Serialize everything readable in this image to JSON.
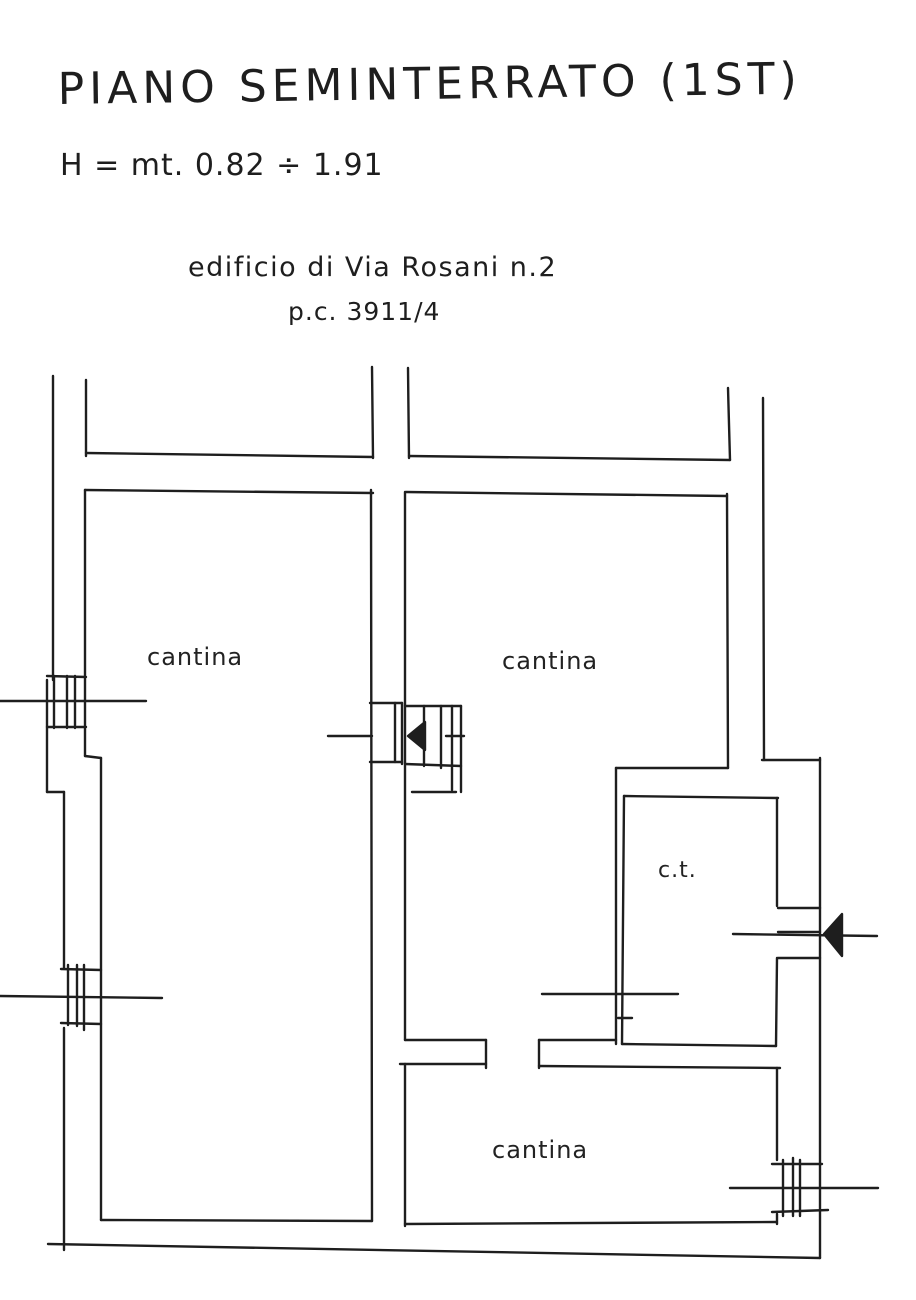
{
  "header": {
    "title": "PIANO SEMINTERRATO (1ST)",
    "height_spec": "H = mt. 0.82 ÷ 1.91",
    "building_address": "edificio di Via Rosani n.2",
    "parcel": "p.c. 3911/4"
  },
  "rooms": [
    {
      "id": "west",
      "label": "cantina"
    },
    {
      "id": "center",
      "label": "cantina"
    },
    {
      "id": "boiler",
      "label": "c.t."
    },
    {
      "id": "south",
      "label": "cantina"
    }
  ],
  "colors": {
    "ink": "#1e1e1e",
    "paper": "#ffffff"
  }
}
